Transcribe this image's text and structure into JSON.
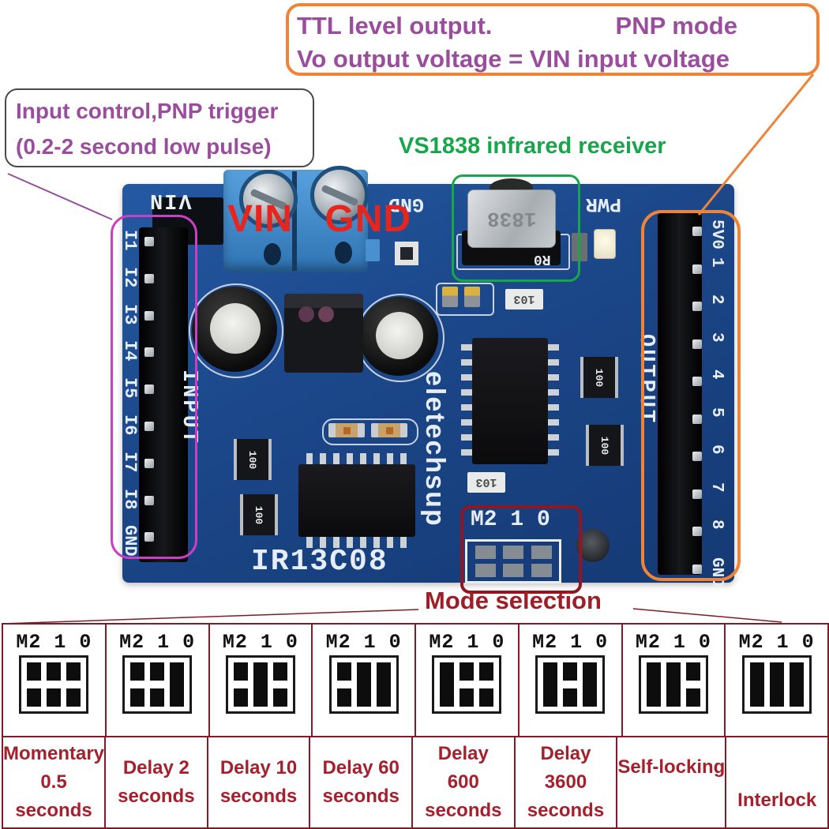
{
  "annotations": {
    "top_box": {
      "line1_left": "TTL level output.",
      "line1_right": "PNP  mode",
      "line2": "Vo output voltage = VIN input voltage"
    },
    "left_box": {
      "line1": "Input control,PNP trigger",
      "line2": "(0.2-2 second low pulse)"
    },
    "ir_receiver_label": "VS1838 infrared receiver",
    "vin_gnd_overlay": "VIN GND",
    "mode_selection_label": "Mode selection"
  },
  "board": {
    "model": "IR13C08",
    "brand": "eletechsup",
    "silkscreen": {
      "vin": "VIN",
      "gnd": "GND",
      "pwr": "PWR",
      "r0": "R0",
      "input": "INPUT",
      "output": "OUTPUT",
      "jumper_label": "M2 1 0",
      "resistor_network": "100",
      "cap_code": "103",
      "ir_chip": "1838"
    },
    "input_pins": [
      "I1",
      "I2",
      "I3",
      "I4",
      "I5",
      "I6",
      "I7",
      "I8",
      "GND"
    ],
    "output_pins": [
      "5V0",
      "1",
      "2",
      "3",
      "4",
      "5",
      "6",
      "7",
      "8",
      "GND"
    ]
  },
  "mode_table": {
    "jumper_header": "M2 1 0",
    "jumper_positions": [
      "M2",
      "1",
      "0"
    ],
    "modes": [
      {
        "label_lines": [
          "Momentary",
          "0.5",
          "seconds"
        ],
        "pattern": [
          0,
          0,
          0
        ],
        "align": "center"
      },
      {
        "label_lines": [
          "Delay 2",
          "seconds"
        ],
        "pattern": [
          0,
          0,
          1
        ],
        "align": "center"
      },
      {
        "label_lines": [
          "Delay 10",
          "seconds"
        ],
        "pattern": [
          0,
          1,
          0
        ],
        "align": "center"
      },
      {
        "label_lines": [
          "Delay 60",
          "seconds"
        ],
        "pattern": [
          0,
          1,
          1
        ],
        "align": "center"
      },
      {
        "label_lines": [
          "Delay",
          "600",
          "seconds"
        ],
        "pattern": [
          1,
          0,
          0
        ],
        "align": "center"
      },
      {
        "label_lines": [
          "Delay",
          "3600",
          "seconds"
        ],
        "pattern": [
          1,
          0,
          1
        ],
        "align": "center"
      },
      {
        "label_lines": [
          "Self-locking"
        ],
        "pattern": [
          1,
          1,
          0
        ],
        "align": "top"
      },
      {
        "label_lines": [
          "Interlock"
        ],
        "pattern": [
          1,
          1,
          1
        ],
        "align": "bottom"
      }
    ]
  },
  "colors": {
    "annotation_purple": "#9a4d9d",
    "highlight_orange": "#ee8438",
    "highlight_green": "#17a64a",
    "highlight_magenta": "#cb3ec6",
    "highlight_dark_red": "#8f1622",
    "overlay_red": "#e8251d",
    "table_red": "#a5202c",
    "table_border": "#7e1d27",
    "pcb_blue": "#1b4688",
    "terminal_blue": "#3e86c5"
  }
}
